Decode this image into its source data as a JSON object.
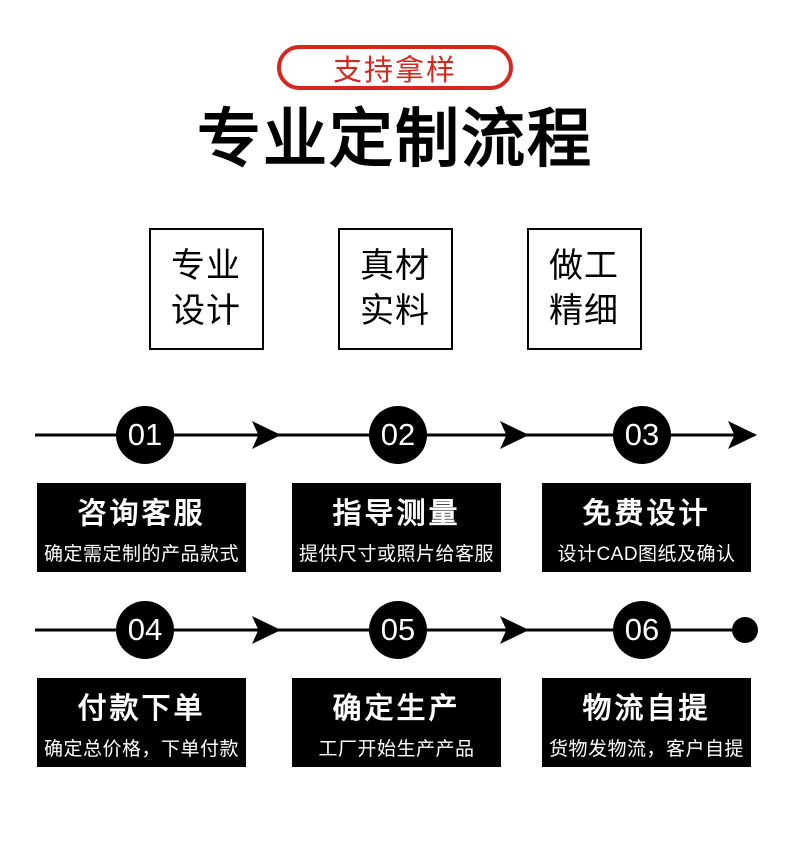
{
  "colors": {
    "accent_red": "#d3281f",
    "step_box_bg": "#000000",
    "step_box_text": "#ffffff",
    "page_bg": "#ffffff"
  },
  "badge": {
    "label": "支持拿样"
  },
  "title": "专业定制流程",
  "features": [
    {
      "line1": "专业",
      "line2": "设计"
    },
    {
      "line1": "真材",
      "line2": "实料"
    },
    {
      "line1": "做工",
      "line2": "精细"
    }
  ],
  "steps": [
    {
      "number": "01",
      "title": "咨询客服",
      "desc": "确定需定制的产品款式"
    },
    {
      "number": "02",
      "title": "指导测量",
      "desc": "提供尺寸或照片给客服"
    },
    {
      "number": "03",
      "title": "免费设计",
      "desc": "设计CAD图纸及确认"
    },
    {
      "number": "04",
      "title": "付款下单",
      "desc": "确定总价格，下单付款"
    },
    {
      "number": "05",
      "title": "确定生产",
      "desc": "工厂开始生产产品"
    },
    {
      "number": "06",
      "title": "物流自提",
      "desc": "货物发物流，客户自提"
    }
  ]
}
